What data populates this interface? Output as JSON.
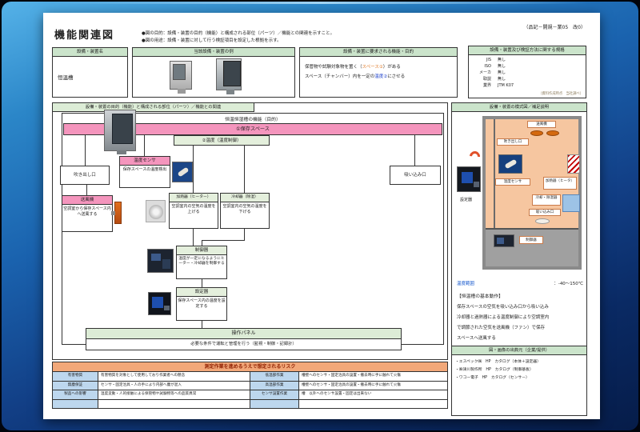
{
  "meta": {
    "doc_number": "（品記－開規－業05　改0）"
  },
  "header": {
    "title": "機能関連図",
    "purpose_line": "●図の目的：設備・装置の目的（機能）と構成される部位（パーツ）／機能との関連を示すこと。",
    "usage_line": "●図の用途：設備・装置に対して行う検証項目を設定した根拠を示す。"
  },
  "info_boxes": {
    "name": {
      "header": "設備・装置名",
      "value": "恒温槽"
    },
    "example": {
      "header": "当該設備・装置の例"
    },
    "required": {
      "header": "設備・装置に要求される機能・目的",
      "line1_pre": "保管物や試験対象物を置く（",
      "line1_hl": "スペース①",
      "line1_post": "）がある",
      "line2_pre": "スペース（チャンバー）内を一定の",
      "line2_hl": "温度②",
      "line2_post": "にさせる"
    },
    "standards": {
      "header": "設備・装置及び検証方法に関する規格",
      "rows": [
        {
          "k": "JIS",
          "v": "無し"
        },
        {
          "k": "ISO",
          "v": "無し"
        },
        {
          "k": "メーカ",
          "v": "無し"
        },
        {
          "k": "取説",
          "v": "無し"
        },
        {
          "k": "業界",
          "v": "JTM K07"
        }
      ],
      "note": "（資料作成時点　当社調べ）"
    }
  },
  "diagram": {
    "section_header": "設備・装置の目的（機能）と構成される部位（パーツ）／機能との関連",
    "function_title": "恒温恒湿槽の機能（目的）",
    "space_bar": "①保存スペース",
    "temp_control": "②温度（温度制御）",
    "outlet": "吹き出し口",
    "inlet": "吸い込み口",
    "sensor": {
      "header": "温度センサ",
      "body": "保存スペースの温度検出"
    },
    "blower": {
      "header": "送風機",
      "body": "空調室から保存スペース内へ送風する"
    },
    "heater": {
      "header": "加熱器（ヒーター）",
      "body": "空調室内の空気の温度を上げる"
    },
    "cooler": {
      "header": "冷却器（除湿）",
      "body": "空調室内の空気の温度を下げる"
    },
    "controller": {
      "header": "制御器",
      "body": "温度が一定になるようにヒーター・冷却器を制御する"
    },
    "setter": {
      "header": "設定器",
      "body": "保存スペース内の温度を設定する"
    },
    "panel": {
      "header": "操作パネル",
      "body": "必要な条件で運転と管理を行う（監視・制御・記録計）"
    }
  },
  "risk": {
    "header": "測定作業を進めるうえで想定されるリスク",
    "left": [
      {
        "label": "有害物質",
        "text": "有害物質を対象として使用しており作業者への懸念"
      },
      {
        "label": "無塵保証",
        "text": "センサ・固定治具・人の手により内部へ塵が混入"
      },
      {
        "label": "製品への影響",
        "text": "温度変動・人的接触による保管物や試験物等への品質異常"
      },
      {
        "label": "",
        "text": ""
      }
    ],
    "right": [
      {
        "label": "低温部作業",
        "text": "槽壁へのセンサ・固定治具の設置・撤去時に手に触れて火傷"
      },
      {
        "label": "高温部作業",
        "text": "槽壁へのセンサ・固定治具の設置・撤去時に手に触れて火傷"
      },
      {
        "label": "センサ設置作業",
        "text": "槽　以外へのセンサ設置・固定は出来ない"
      },
      {
        "label": "",
        "text": ""
      }
    ]
  },
  "sidebar": {
    "header": "設備・装置の模式図／補足説明",
    "schematic_labels": {
      "blower": "送風機",
      "outlet": "吹き出し口",
      "sensor": "温度センサ",
      "heater": "加熱器（ヒータ）",
      "cooler": "冷却・除湿器",
      "inlet": "吸い込み口",
      "controller": "制御器",
      "setter": "設定器"
    },
    "temp_range_label": "温度範囲",
    "temp_range_value": "：-40～150℃",
    "basic_title": "【恒温槽の基本動作】",
    "basic_lines": [
      "保存スペースの空気を吸い込み口から吸い込み",
      "冷却器と過熱器による温度制御により空調室内",
      "で調節された空気を送風機（ファン）で保存",
      "スペースへ送風する"
    ],
    "sources_header": "図・画像の出典元（企業/提供）",
    "sources": [
      "・エスペック㈱　HP　カタログ（本体＋設定器）",
      "・㈱津川製作所　HP　カタログ（制御基板）",
      "・ワコー電子　HP　カタログ（センサー）"
    ]
  },
  "colors": {
    "accent_pink": "#f495bd",
    "header_green": "#cbe4cb",
    "risk_orange": "#f2a879",
    "label_blue": "#bdd7ee",
    "highlight_orange": "#e07b2a",
    "highlight_blue": "#2244cc"
  }
}
